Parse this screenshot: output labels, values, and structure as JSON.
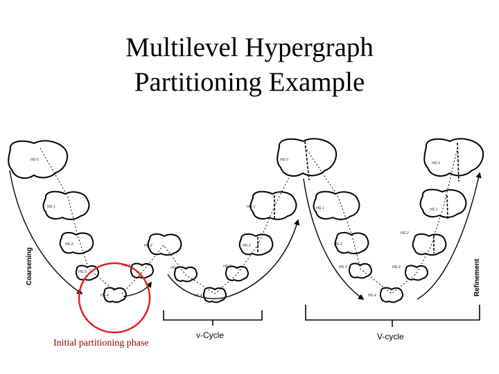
{
  "title": {
    "line1": "Multilevel Hypergraph",
    "line2": "Partitioning Example"
  },
  "labels": {
    "coarsening": "Coarsening",
    "refinement": "Refinement",
    "vcycle_small": "v-Cycle",
    "vcycle_large": "V-cycle",
    "caption": "Initial partitioning phase"
  },
  "level_labels": {
    "h0": "HG 0",
    "h1": "HG 1",
    "h2": "HG 2",
    "h3": "HG 3",
    "h4": "HG 4"
  },
  "colors": {
    "highlight_circle": "#e02020",
    "caption_text": "#8b0000"
  }
}
